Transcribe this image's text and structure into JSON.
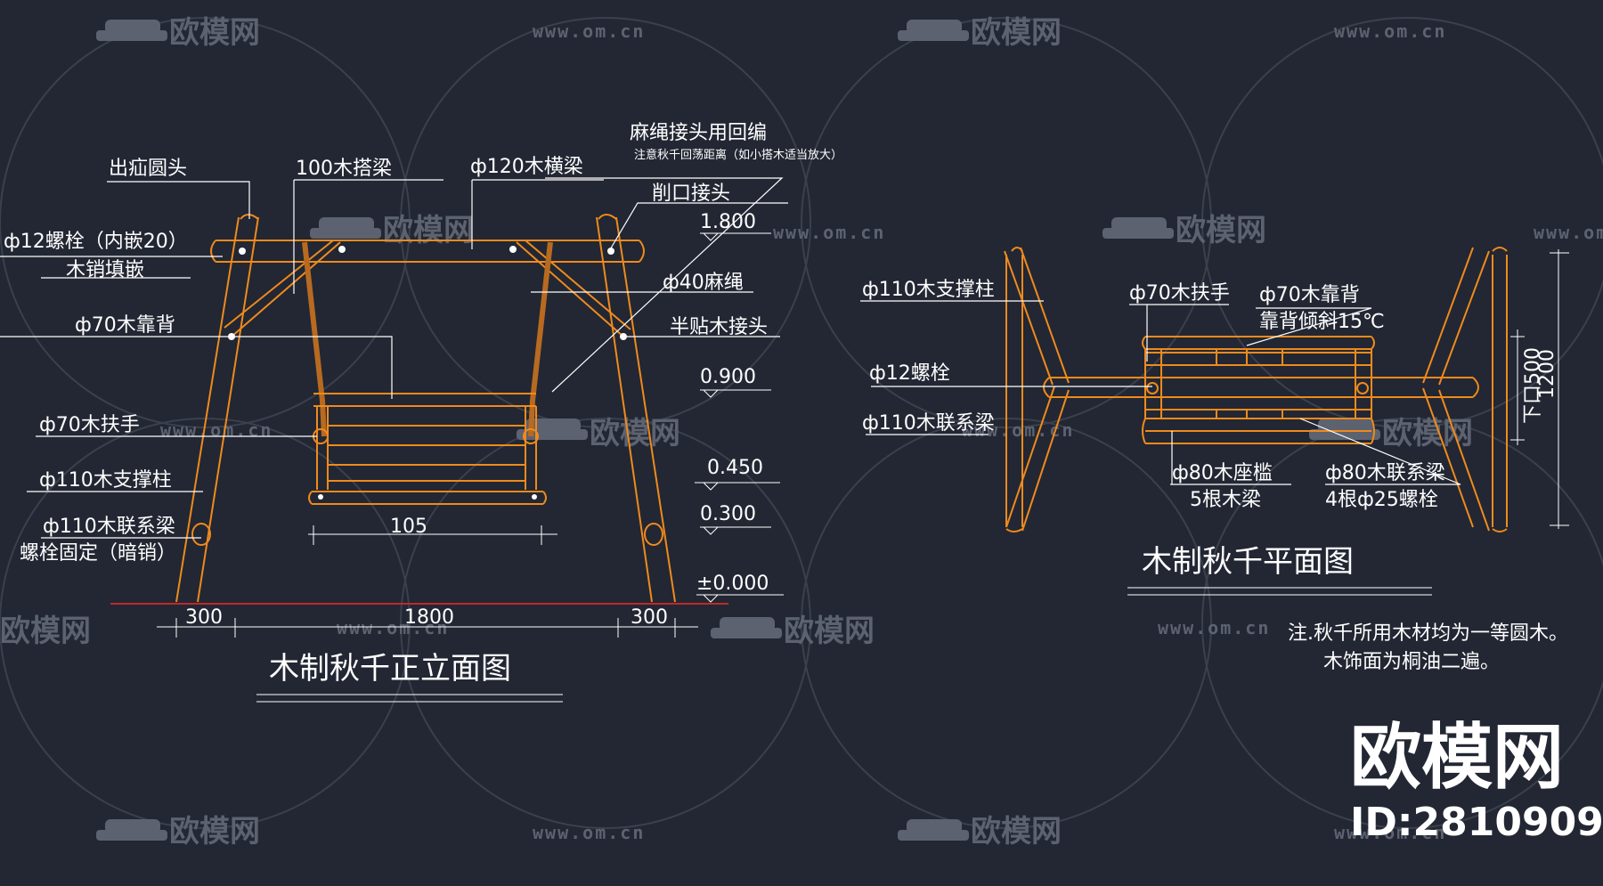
{
  "watermark": {
    "brand": "欧模网",
    "url": "www.om.cn"
  },
  "brand_badge": {
    "name": "欧模网",
    "id": "ID:2810909"
  },
  "elevation": {
    "title": "木制秋千正立面图",
    "labels": {
      "cap": "出疝圆头",
      "beam100": "100木搭梁",
      "beam120": "ф120木横梁",
      "rope_note": "麻绳接头用回编",
      "rope_note_small": "注意秋千回荡距离（如小搭木适当放大）",
      "notch": "削口接头",
      "bolt12": "ф12螺栓（内嵌20）",
      "dowel": "木销填嵌",
      "rope40": "ф40麻绳",
      "back70": "ф70木靠背",
      "halflap": "半贴木接头",
      "arm70": "ф70木扶手",
      "post110": "ф110木支撑柱",
      "tie110": "ф110木联系梁",
      "tie_fix": "螺栓固定（暗销）"
    },
    "levels": [
      "1.800",
      "0.900",
      "0.450",
      "0.300",
      "±0.000"
    ],
    "dims": {
      "seat": "105",
      "span": "1800",
      "left": "300",
      "right": "300"
    }
  },
  "plan": {
    "title": "木制秋千平面图",
    "labels": {
      "post110": "ф110木支撑柱",
      "arm70": "ф70木扶手",
      "back70": "ф70木靠背",
      "tilt": "靠背倾斜15℃",
      "bolt12": "ф12螺栓",
      "tie110": "ф110木联系梁",
      "seat80": "ф80木座槛",
      "seat_count": "5根木梁",
      "tie80": "ф80木联系梁",
      "bolt25": "4根ф25螺栓",
      "dim500": "下口500",
      "dim1200": "1200"
    }
  },
  "notes": [
    "注.秋千所用木材均为一等圆木。",
    "木饰面为桐油二遍。"
  ],
  "colors": {
    "background": "#222733",
    "wood": "#f08a1c",
    "text": "#ffffff",
    "ground": "#c0282a",
    "watermark": "#5c6270"
  }
}
